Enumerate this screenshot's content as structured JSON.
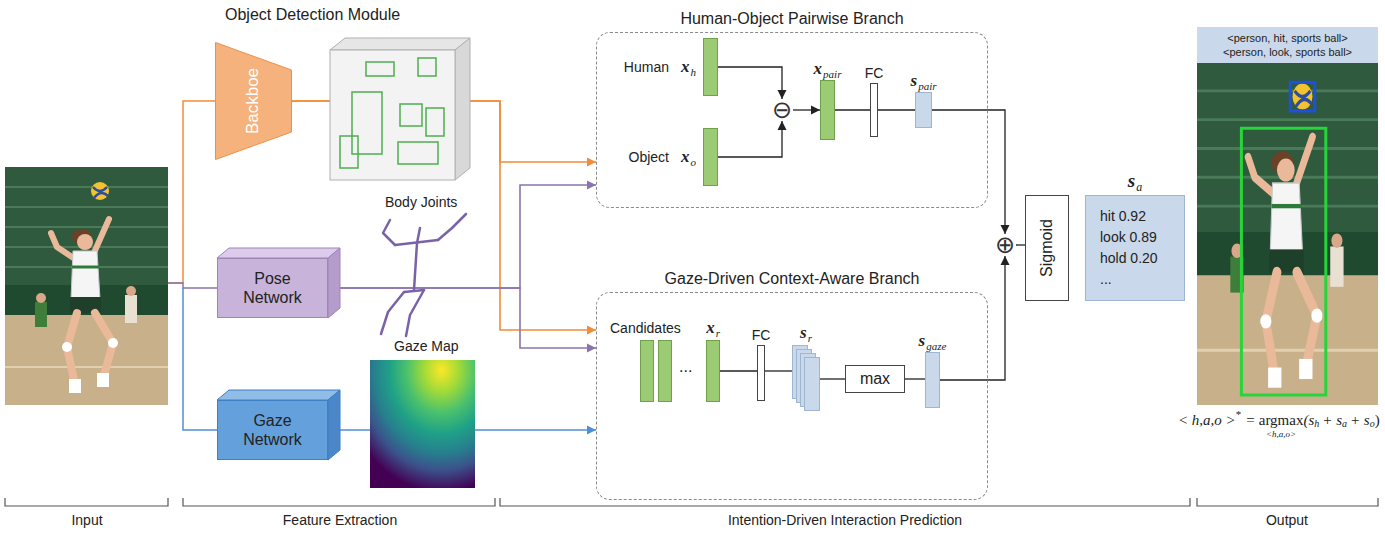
{
  "diagram": {
    "nodes": [
      {
        "text": [
          "Backboe"
        ]
      },
      {
        "text": [
          "Pose Network"
        ]
      },
      {
        "text": [
          "Gaze Network"
        ]
      },
      {
        "text": [
          "Human-Object Pairwise Branch"
        ]
      },
      {
        "text": [
          "Human",
          "x",
          "h"
        ],
        "in": 3
      },
      {
        "text": [
          "Object",
          "x",
          "o"
        ],
        "in": 3
      },
      {
        "text": [
          "⊖"
        ],
        "in": 3
      },
      {
        "text": [
          "x",
          "pair"
        ],
        "in": 3
      },
      {
        "text": [
          "FC"
        ],
        "in": 3
      },
      {
        "text": [
          "s",
          "pair"
        ],
        "in": 3
      },
      {
        "text": [
          "Gaze-Driven Context-Aware Branch"
        ]
      },
      {
        "text": [
          "Candidates",
          "x",
          "r"
        ],
        "in": 10
      },
      {
        "text": [
          "FC"
        ],
        "in": 10
      },
      {
        "text": [
          "s",
          "r"
        ],
        "in": 10
      },
      {
        "text": [
          "max"
        ],
        "in": 10
      },
      {
        "text": [
          "s",
          "gaze"
        ],
        "in": 10
      },
      {
        "text": [
          "⊕"
        ]
      },
      {
        "text": [
          "Sigmoid"
        ]
      },
      {
        "text": [
          "s",
          "a",
          "hit 0.92",
          "look 0.89",
          "hold 0.20",
          "..."
        ]
      },
      {
        "text": [
          "<person, hit, sports ball>",
          "<person, look, sports ball>"
        ]
      }
    ],
    "edges": [
      {
        "from": 0,
        "to": 3,
        "arrow": "to"
      },
      {
        "from": 0,
        "to": 10,
        "arrow": "to"
      },
      {
        "from": 1,
        "to": 3,
        "arrow": "to"
      },
      {
        "from": 1,
        "to": 10,
        "arrow": "to"
      },
      {
        "from": 2,
        "to": 10,
        "arrow": "to"
      },
      {
        "from": 4,
        "to": 6,
        "arrow": "to"
      },
      {
        "from": 5,
        "to": 6,
        "arrow": "to"
      },
      {
        "from": 6,
        "to": 7,
        "arrow": "to"
      },
      {
        "from": 7,
        "to": 8,
        "arrow": "none"
      },
      {
        "from": 8,
        "to": 9,
        "arrow": "none"
      },
      {
        "from": 11,
        "to": 12,
        "arrow": "none"
      },
      {
        "from": 12,
        "to": 13,
        "arrow": "none"
      },
      {
        "from": 13,
        "to": 14,
        "arrow": "none"
      },
      {
        "from": 14,
        "to": 15,
        "arrow": "none"
      },
      {
        "from": 9,
        "to": 16,
        "arrow": "to"
      },
      {
        "from": 15,
        "to": 16,
        "arrow": "to"
      },
      {
        "from": 16,
        "to": 17,
        "arrow": "none"
      }
    ],
    "labels": [
      "Object Detection Module",
      "Body Joints",
      "Gaze Map",
      "...",
      "< h,a,o >",
      "*",
      "=",
      "argmax",
      "<h,a,o>",
      "(s",
      "h",
      "+ s",
      "a",
      "+ s",
      "o",
      ")",
      "Input",
      "Feature Extraction",
      "Intention-Driven Interaction Prediction",
      "Output"
    ]
  }
}
